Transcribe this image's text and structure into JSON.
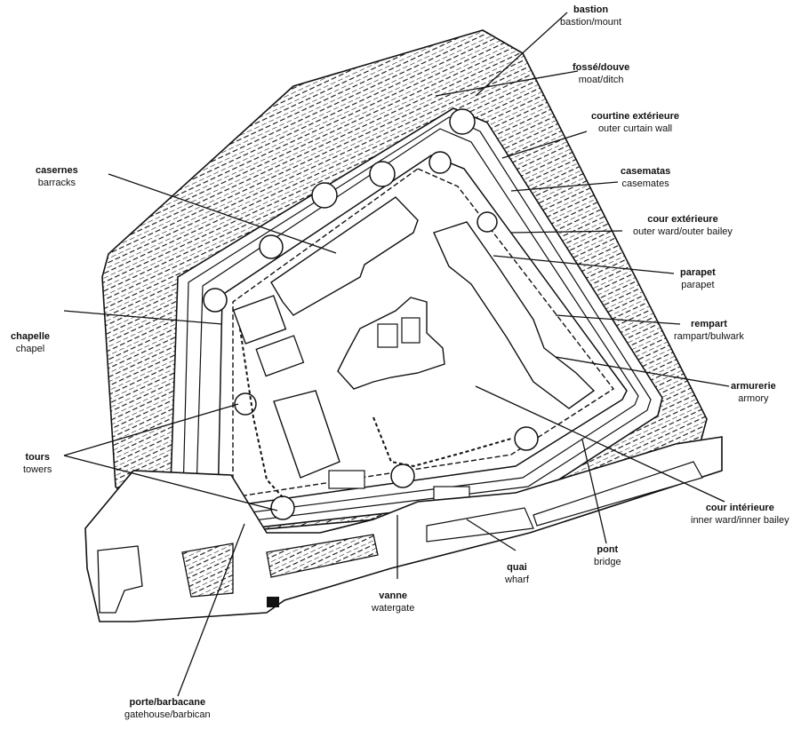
{
  "labels": {
    "bastion": {
      "fr": "bastion",
      "en": "bastion/mount"
    },
    "fosse": {
      "fr": "fossé/douve",
      "en": "moat/ditch"
    },
    "courtine": {
      "fr": "courtine  extérieure",
      "en": "outer  curtain  wall"
    },
    "casemates": {
      "fr": "casematas",
      "en": "casemates"
    },
    "cour_ext": {
      "fr": "cour  extérieure",
      "en": "outer  ward/outer bailey"
    },
    "parapet": {
      "fr": "parapet",
      "en": "parapet"
    },
    "rempart": {
      "fr": "rempart",
      "en": "rampart/bulwark"
    },
    "armurerie": {
      "fr": "armurerie",
      "en": "armory"
    },
    "cour_int": {
      "fr": "cour  intérieure",
      "en": "inner  ward/inner  bailey"
    },
    "pont": {
      "fr": "pont",
      "en": "bridge"
    },
    "quai": {
      "fr": "quai",
      "en": "wharf"
    },
    "vanne": {
      "fr": "vanne",
      "en": "watergate"
    },
    "porte": {
      "fr": "porte/barbacane",
      "en": "gatehouse/barbican"
    },
    "tours": {
      "fr": "tours",
      "en": "towers"
    },
    "chapelle": {
      "fr": "chapelle",
      "en": "chapel"
    },
    "casernes": {
      "fr": "casernes",
      "en": "barracks"
    }
  }
}
